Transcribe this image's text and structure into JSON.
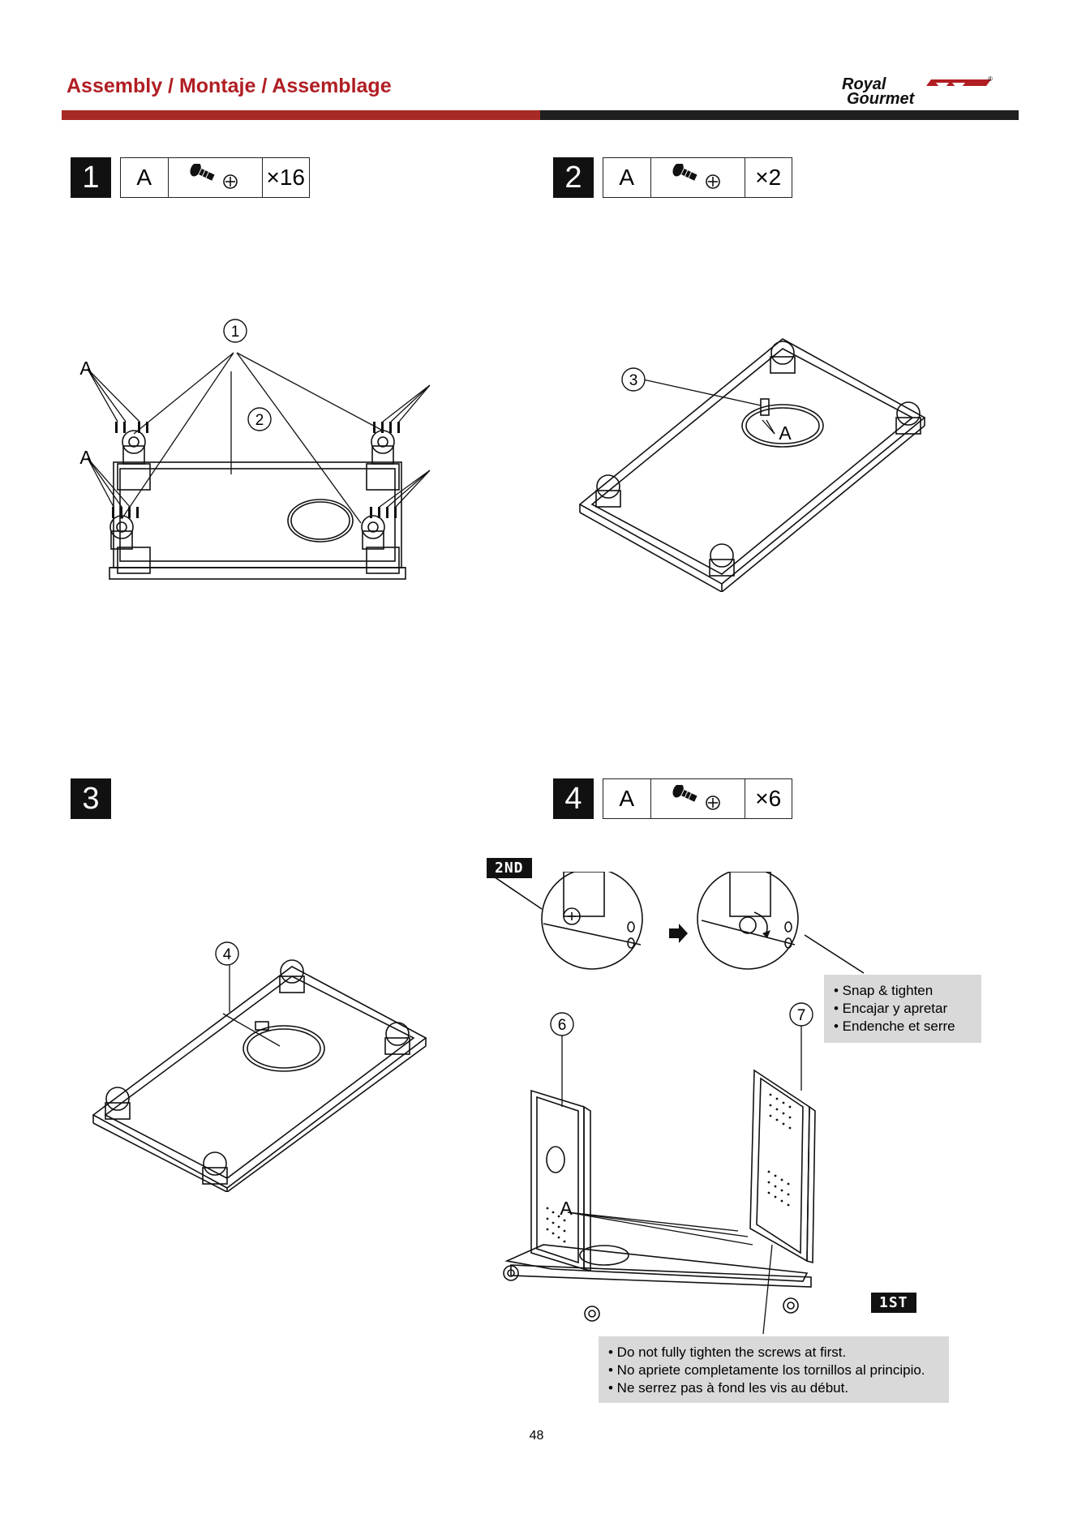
{
  "header": {
    "title": "Assembly / Montaje / Assemblage",
    "logo_line1": "Royal",
    "logo_line2": "Gourmet",
    "logo_mark": "®"
  },
  "steps": [
    {
      "number": "1",
      "part": "A",
      "qty": "×16"
    },
    {
      "number": "2",
      "part": "A",
      "qty": "×2"
    },
    {
      "number": "3"
    },
    {
      "number": "4",
      "part": "A",
      "qty": "×6"
    }
  ],
  "figure_labels": {
    "s1_callout_1": "1",
    "s1_callout_2": "2",
    "s1_label_a": "A",
    "s2_callout_3": "3",
    "s2_label_a": "A",
    "s3_callout_4": "4",
    "s4_callout_6": "6",
    "s4_callout_7": "7",
    "s4_label_a": "A"
  },
  "step4": {
    "tag_2nd": "2ND",
    "tag_1st": "1ST",
    "snap_notes": [
      "• Snap & tighten",
      "• Encajar y apretar",
      "• Endenche et serre"
    ],
    "tighten_notes": [
      "• Do not fully tighten the screws at first.",
      "• No apriete completamente los tornillos al principio.",
      "• Ne serrez pas à fond les vis au début."
    ]
  },
  "page_number": "48"
}
